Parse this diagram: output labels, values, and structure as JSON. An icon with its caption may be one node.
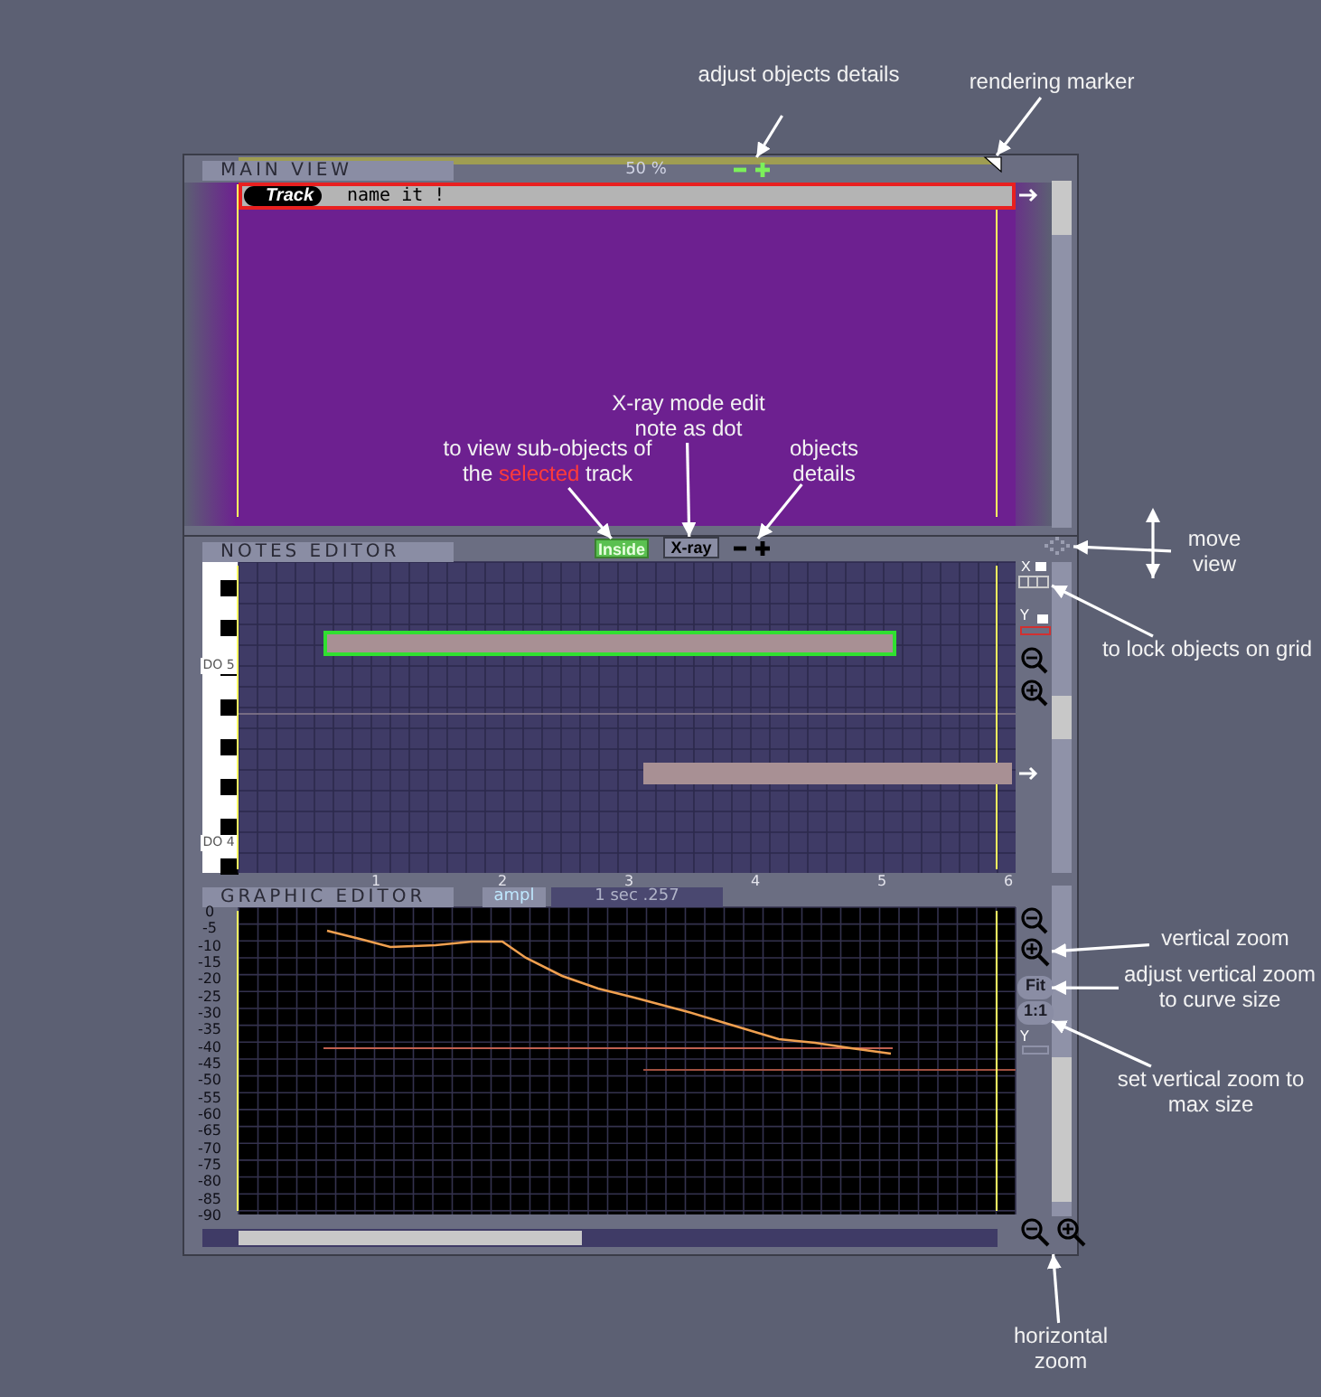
{
  "diagram": {
    "nodes": [
      {
        "text": [
          "adjust objects details"
        ]
      },
      {
        "text": [
          "rendering marker"
        ]
      },
      {
        "text": [
          "MAIN VIEW"
        ]
      },
      {
        "text": [],
        "shape": "box",
        "in": 2
      },
      {
        "text": [],
        "shape": "triangle",
        "in": 2
      },
      {
        "text": [
          "Track",
          "name it !"
        ],
        "in": 2
      },
      {
        "text": [
          "X-ray mode edit note as dot"
        ],
        "in": 2
      },
      {
        "text": [
          "to view sub-objects of the **selected** track"
        ],
        "in": 2
      },
      {
        "text": [
          "objects details"
        ],
        "in": 2
      },
      {
        "text": [
          "NOTES EDITOR"
        ]
      },
      {
        "text": [
          "Inside"
        ],
        "in": 9
      },
      {
        "text": [
          "X-ray"
        ],
        "in": 9
      },
      {
        "text": [],
        "shape": "box",
        "in": 9
      },
      {
        "text": [
          "move view"
        ]
      },
      {
        "text": [],
        "shape": "box",
        "in": 9
      },
      {
        "text": [],
        "shape": "bar",
        "in": 9
      },
      {
        "text": [],
        "shape": "bar",
        "in": 9
      },
      {
        "text": [
          "X"
        ],
        "in": 9
      },
      {
        "text": [
          "to lock objects on grid"
        ]
      },
      {
        "text": [
          "GRAPHIC EDITOR"
        ]
      },
      {
        "text": [],
        "shape": "circle",
        "in": 19
      },
      {
        "text": [
          "vertical zoom"
        ]
      },
      {
        "text": [
          "Fit"
        ],
        "in": 19
      },
      {
        "text": [
          "adjust vertical zoom to curve size"
        ]
      },
      {
        "text": [
          "1:1"
        ],
        "in": 19
      },
      {
        "text": [
          "set vertical zoom to max size"
        ]
      },
      {
        "text": [],
        "shape": "circle",
        "in": 19
      },
      {
        "text": [
          "horizontal zoom"
        ]
      }
    ],
    "edges": [
      {
        "from": 0,
        "to": 3,
        "arrow": "to"
      },
      {
        "from": 1,
        "to": 4,
        "arrow": "to"
      },
      {
        "from": 6,
        "to": 11,
        "arrow": "to"
      },
      {
        "from": 7,
        "to": 10,
        "arrow": "to"
      },
      {
        "from": 8,
        "to": 12,
        "arrow": "to"
      },
      {
        "from": 13,
        "to": 14,
        "arrow": "to"
      },
      {
        "from": 18,
        "to": 17,
        "arrow": "to"
      },
      {
        "from": 21,
        "to": 20,
        "arrow": "to"
      },
      {
        "from": 23,
        "to": 22,
        "arrow": "to"
      },
      {
        "from": 25,
        "to": 24,
        "arrow": "to"
      },
      {
        "from": 27,
        "to": 26,
        "arrow": "to"
      }
    ],
    "labels": [
      "50 %",
      "Y",
      "DO 5",
      "DO 4",
      "1",
      "2",
      "3",
      "4",
      "5",
      "6",
      "ampl",
      "1 sec .257",
      "0",
      "-5",
      "-10",
      "-15",
      "-20",
      "-25",
      "-30",
      "-35",
      "-40",
      "-45",
      "-50",
      "-55",
      "-60",
      "-65",
      "-70",
      "-75",
      "-80",
      "-85",
      "-90",
      "Y"
    ]
  }
}
